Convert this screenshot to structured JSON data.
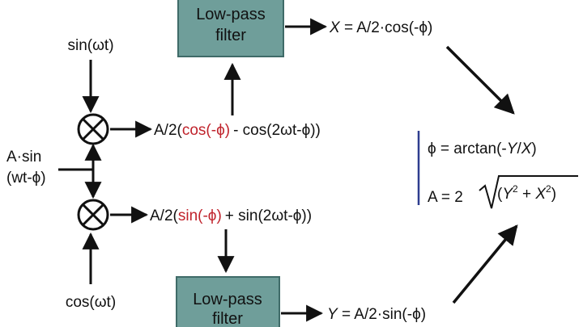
{
  "filters": {
    "top_line1": "Low-pass",
    "top_line2": "filter",
    "bottom_line1": "Low-pass",
    "bottom_line2": "filter"
  },
  "inputs": {
    "sin_ref": "sin(ωt)",
    "cos_ref": "cos(ωt)",
    "signal_line1": "A·sin",
    "signal_line2": "(wt-ϕ)"
  },
  "mixer_top": {
    "prefix": "A/2(",
    "red": "cos(-ϕ)",
    "suffix": "- cos(2ωt-ϕ))"
  },
  "mixer_bottom": {
    "prefix": "A/2(",
    "red": "sin(-ϕ)",
    "suffix": "+ sin(2ωt-ϕ))"
  },
  "outputs": {
    "x_var": "X",
    "x_expr": " = A/2·cos(-ϕ)",
    "y_var": "Y",
    "y_expr": " = A/2·sin(-ϕ)"
  },
  "result": {
    "phase_prefix": "ϕ = arctan(-",
    "phase_y": "Y",
    "phase_slash": "/",
    "phase_x": "X",
    "phase_close": ")",
    "amp_prefix": "A = 2",
    "amp_open": "(",
    "amp_y": "Y",
    "amp_plus": " + ",
    "amp_x": "X",
    "amp_close": ")",
    "exp2": "2"
  },
  "colors": {
    "filter_fill": "#6f9e9a",
    "filter_border": "#3f6b68",
    "highlight": "#c0232c",
    "bracket": "#2e3d8f"
  }
}
